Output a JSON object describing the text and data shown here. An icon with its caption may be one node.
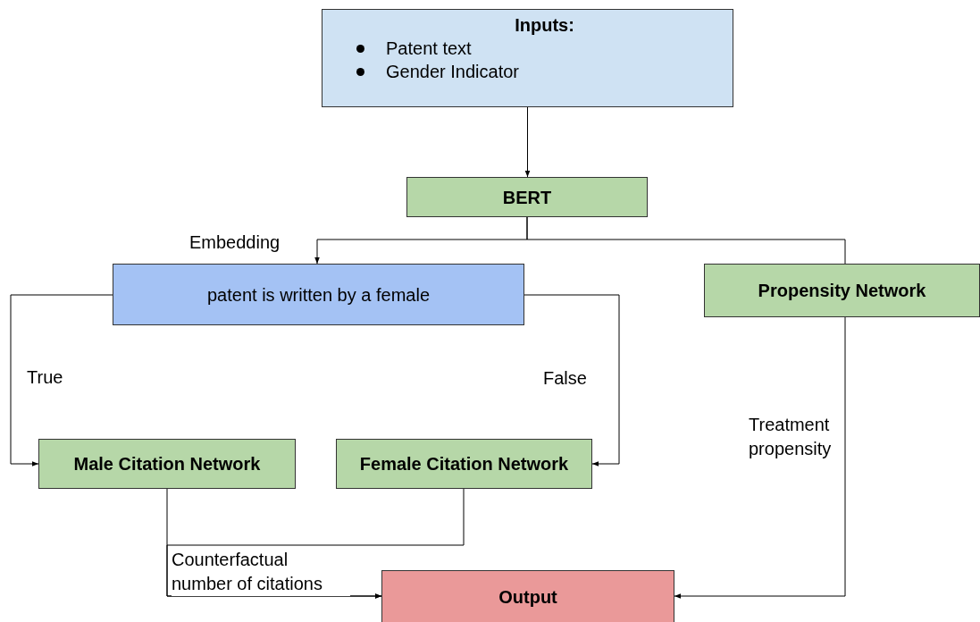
{
  "diagram": {
    "nodes": [
      {
        "text": [
          "Inputs:",
          "Patent text",
          "Gender Indicator"
        ]
      },
      {
        "text": [
          "BERT"
        ]
      },
      {
        "text": [
          "patent is written by a female"
        ]
      },
      {
        "text": [
          "Propensity Network"
        ]
      },
      {
        "text": [
          "Male Citation Network"
        ]
      },
      {
        "text": [
          "Female Citation Network"
        ]
      },
      {
        "text": [
          "Output"
        ]
      }
    ],
    "edges": [
      {
        "from": 0,
        "to": 1,
        "arrow": "to"
      },
      {
        "from": 1,
        "to": 2,
        "arrow": "to",
        "label": "Embedding"
      },
      {
        "from": 1,
        "to": 3,
        "arrow": "none"
      },
      {
        "from": 2,
        "to": 4,
        "arrow": "to",
        "label": "True"
      },
      {
        "from": 2,
        "to": 5,
        "arrow": "to",
        "label": "False"
      },
      {
        "from": 3,
        "to": 6,
        "arrow": "to",
        "label": "Treatment propensity"
      },
      {
        "from": 4,
        "to": 6,
        "arrow": "to",
        "label": "Counterfactual number of citations"
      },
      {
        "from": 5,
        "to": 6,
        "arrow": "to"
      }
    ]
  }
}
